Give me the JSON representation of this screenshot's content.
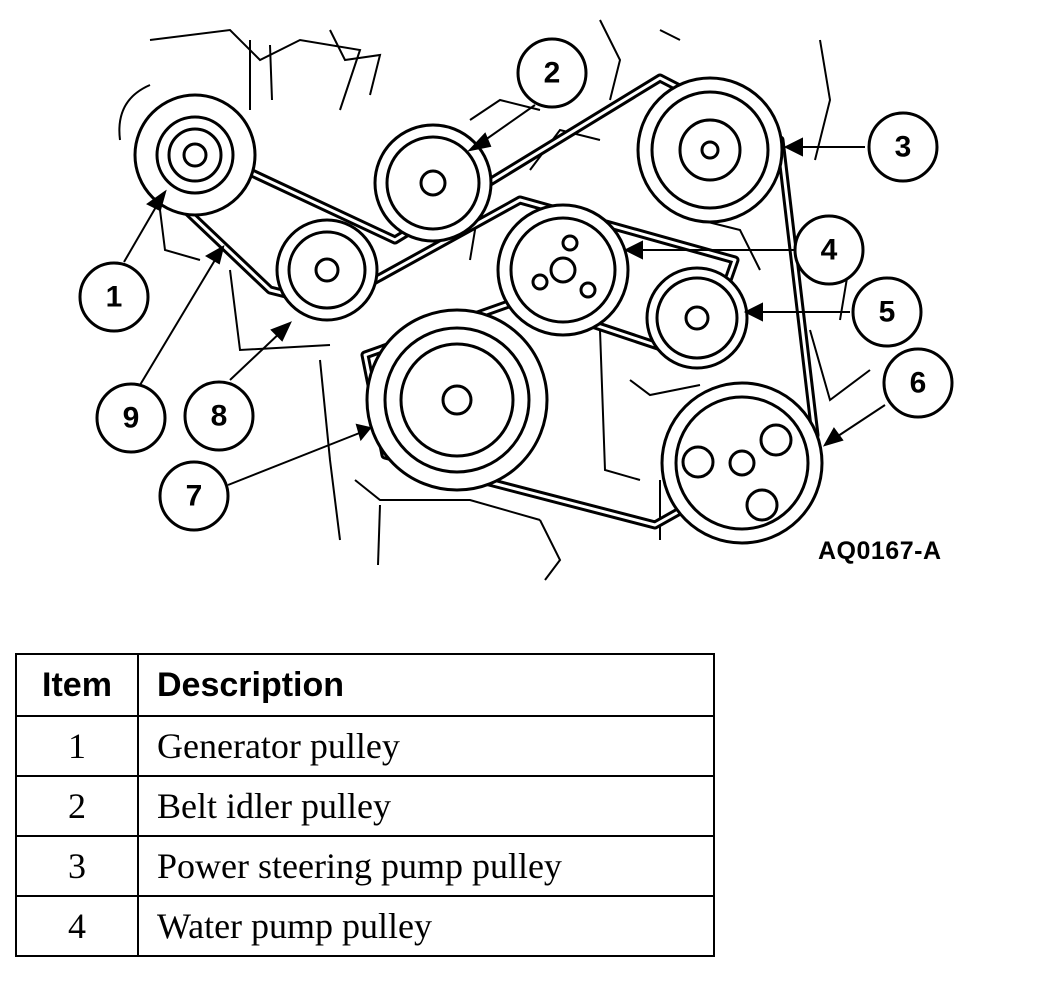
{
  "figure_code": "AQ0167-A",
  "callouts": [
    "1",
    "2",
    "3",
    "4",
    "5",
    "6",
    "7",
    "8",
    "9"
  ],
  "legend": {
    "headers": {
      "item": "Item",
      "description": "Description"
    },
    "rows": [
      {
        "item": "1",
        "description": "Generator pulley"
      },
      {
        "item": "2",
        "description": "Belt idler pulley"
      },
      {
        "item": "3",
        "description": "Power steering pump pulley"
      },
      {
        "item": "4",
        "description": "Water pump pulley"
      }
    ]
  }
}
